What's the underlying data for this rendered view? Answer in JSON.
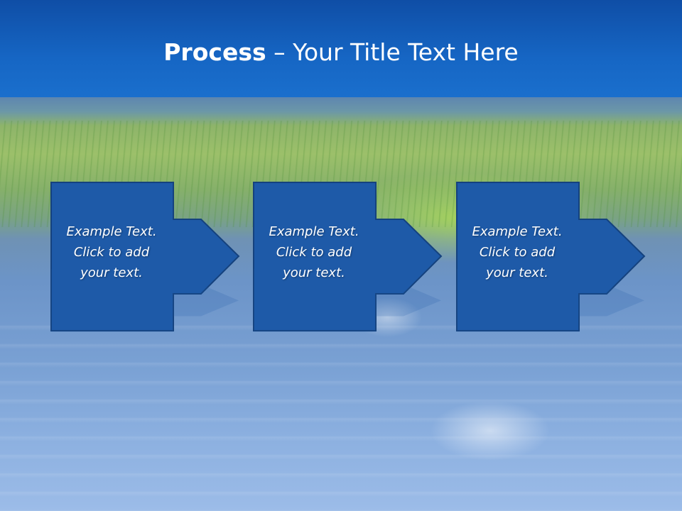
{
  "slide": {
    "title_bold": "Process",
    "title_rest": " – Your Title Text Here",
    "steps": [
      {
        "line1": "Example Text.",
        "line2": "Click  to add",
        "line3": "your text."
      },
      {
        "line1": "Example Text.",
        "line2": "Click  to add",
        "line3": "your text."
      },
      {
        "line1": "Example Text.",
        "line2": "Click  to add",
        "line3": "your text."
      }
    ]
  },
  "colors": {
    "header": "#1666c4",
    "shape_fill": "#1e5aa8",
    "shape_border": "#15427e"
  }
}
